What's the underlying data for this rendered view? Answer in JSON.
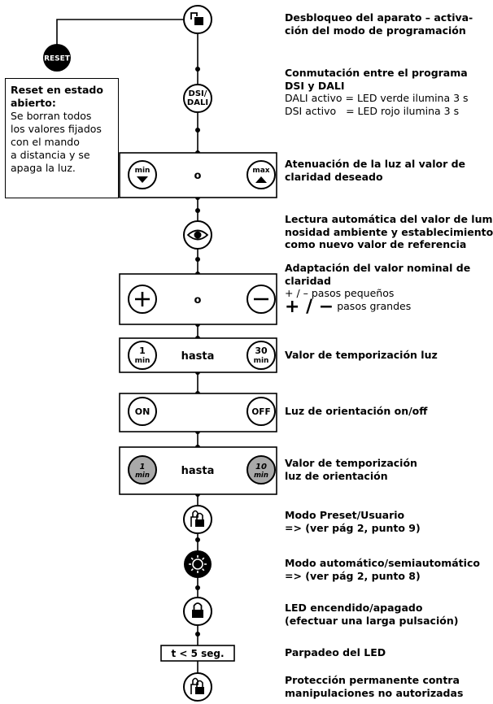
{
  "colors": {
    "ink": "#000000",
    "led_grey": "#a9a9a9",
    "white": "#ffffff"
  },
  "reset": {
    "button_label": "RESET",
    "title": "Reset en estado abierto:",
    "body": "Se borran todos\nlos valores fijados\ncon el mando\na distancia y se\napaga la luz."
  },
  "buttons": {
    "dsi_dali_label": "DSI/\nDALI",
    "min_label": "min",
    "max_label": "max",
    "plus_symbol": "+",
    "minus_symbol": "−",
    "t1_number": "1",
    "t1_unit": "min",
    "t30_number": "30",
    "t30_unit": "min",
    "on_label": "ON",
    "off_label": "OFF",
    "o1_number": "1",
    "o1_unit": "min",
    "o10_number": "10",
    "o10_unit": "min",
    "timer_label": "t < 5 seg."
  },
  "boxes": {
    "dimming_mid": "o",
    "setpoint_mid": "o",
    "time_mid": "hasta",
    "orient_mid": "hasta"
  },
  "steps": [
    {
      "bold": "Desbloqueo del aparato – activa-\nción del modo de programación",
      "normal": ""
    },
    {
      "bold": "Conmutación entre el programa\nDSI y DALI",
      "normal": "DALI activo = LED verde ilumina 3 s\nDSI activo   = LED rojo ilumina 3 s"
    },
    {
      "bold": "Atenuación de la luz al valor de\nclaridad deseado",
      "normal": ""
    },
    {
      "bold": "Lectura automática del valor de lumi-\nnosidad ambiente y establecimiento\ncomo nuevo valor de referencia",
      "normal": ""
    },
    {
      "bold": "Adaptación del valor nominal de\nclaridad",
      "normal": "+ / – pasos pequeños",
      "big_line_sym": "+ / −",
      "big_line_text": " pasos grandes"
    },
    {
      "bold": "Valor de temporización luz",
      "normal": ""
    },
    {
      "bold": "Luz de orientación on/off",
      "normal": ""
    },
    {
      "bold": "Valor de temporización\nluz de orientación",
      "normal": ""
    },
    {
      "bold": "Modo Preset/Usuario\n=> (ver pág 2, punto 9)",
      "normal": ""
    },
    {
      "bold": "Modo automático/semiautomático\n=> (ver pág 2, punto 8)",
      "normal": ""
    },
    {
      "bold": "LED encendido/apagado\n(efectuar una larga pulsación)",
      "normal": ""
    },
    {
      "bold": "Parpadeo del LED",
      "normal": ""
    },
    {
      "bold": "Protección permanente contra\nmanipulaciones no autorizadas",
      "normal": ""
    }
  ]
}
